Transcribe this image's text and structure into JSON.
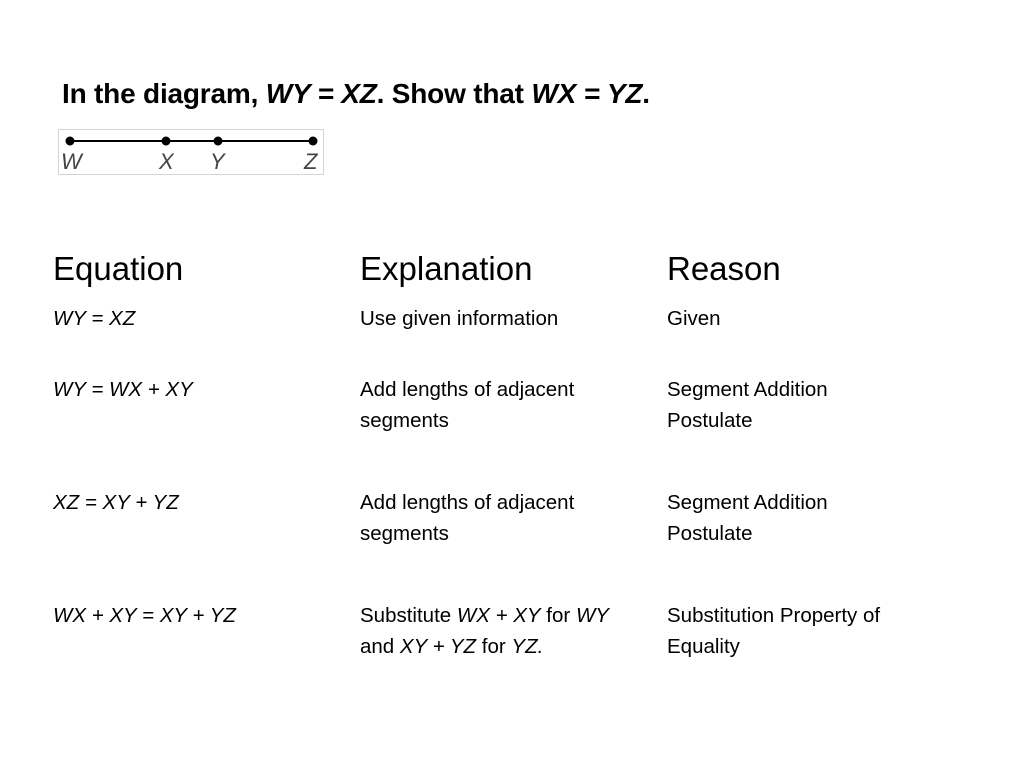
{
  "prompt": {
    "prefix": "In the diagram, ",
    "given": "WY = XZ",
    "middle": ". Show that ",
    "goal": "WX = YZ",
    "suffix": "."
  },
  "diagram": {
    "points": [
      "W",
      "X",
      "Y",
      "Z"
    ]
  },
  "table": {
    "headers": {
      "equation": "Equation",
      "explanation": "Explanation",
      "reason": "Reason"
    },
    "rows": [
      {
        "equation": "WY = XZ",
        "explanation": "Use given information",
        "reason": "Given"
      },
      {
        "equation": "WY = WX + XY",
        "explanation": "Add lengths of adjacent segments",
        "reason": "Segment Addition Postulate"
      },
      {
        "equation": "XZ = XY + YZ",
        "explanation": "Add lengths of adjacent segments",
        "reason": "Segment Addition Postulate"
      },
      {
        "equation": "WX + XY = XY + YZ",
        "explanation_parts": [
          "Substitute ",
          "WX + XY",
          " for ",
          "WY",
          " and ",
          "XY + YZ",
          " for ",
          "YZ."
        ],
        "reason": "Substitution Property of Equality"
      }
    ]
  }
}
